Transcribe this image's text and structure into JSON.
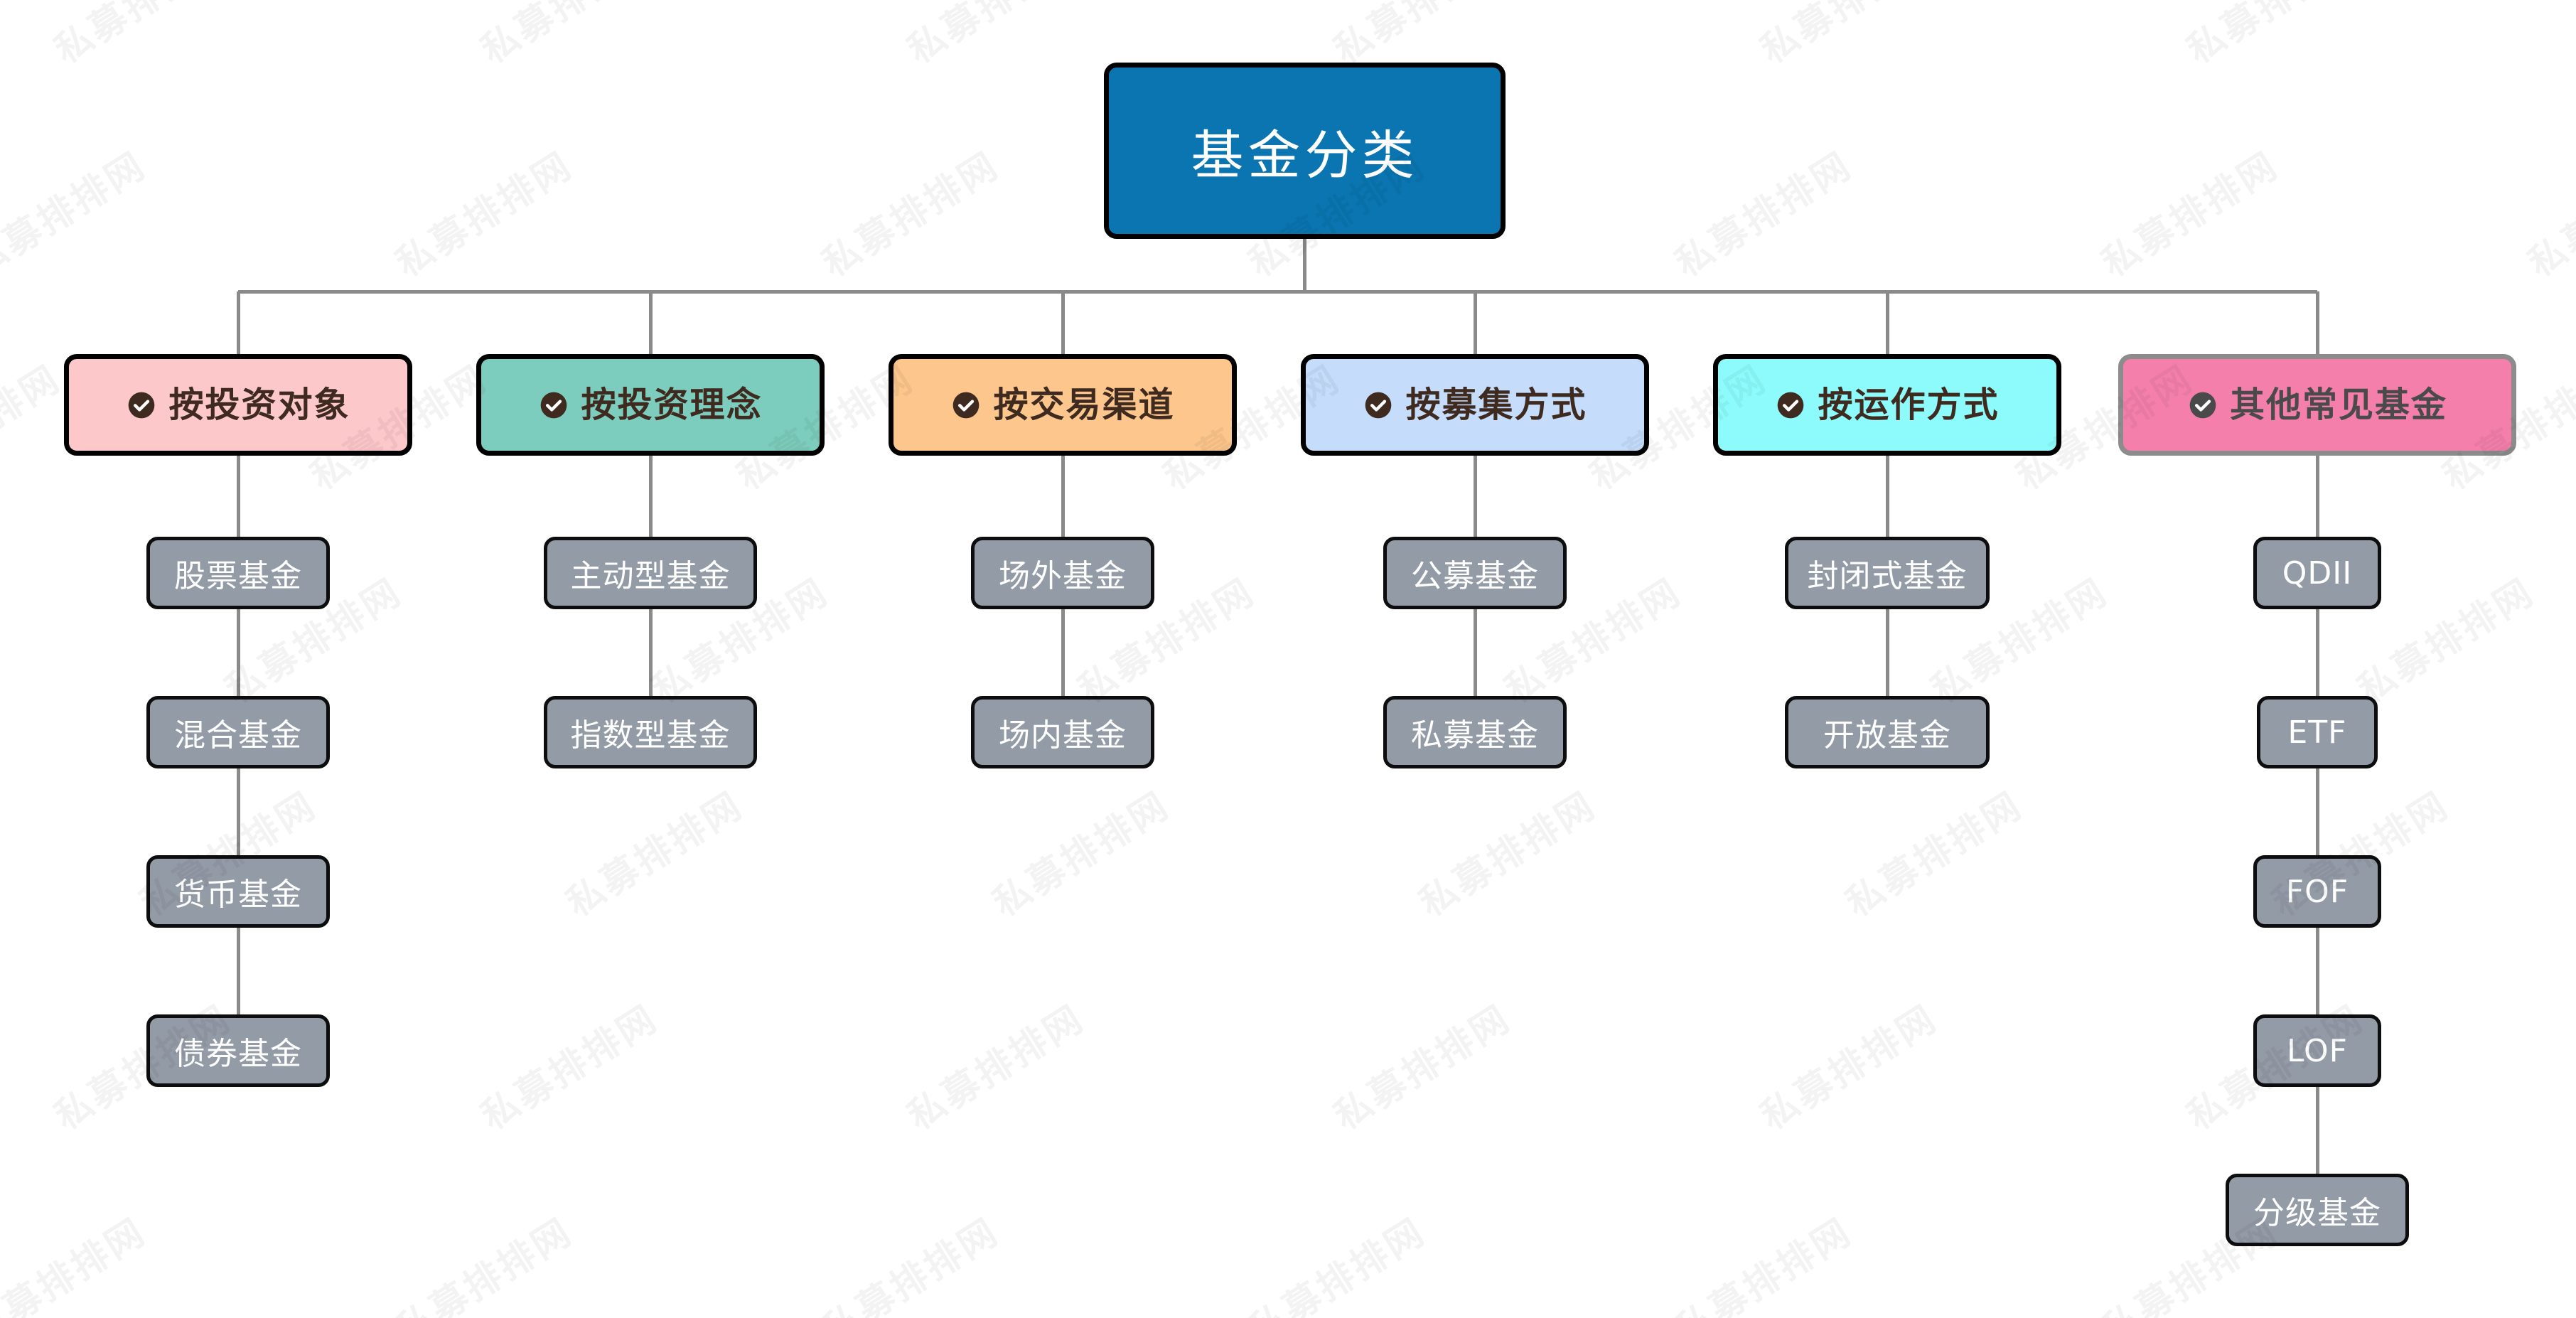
{
  "diagram": {
    "title": "基金分类",
    "watermark_text": "私募排排网",
    "colors": {
      "root_fill": "#0a75b0",
      "root_text": "#ffffff",
      "leaf_fill": "#939ba6",
      "leaf_text": "#ffffff",
      "connector": "#8a8a8a",
      "border_dark": "#000000",
      "border_gray": "#8c8c8c"
    },
    "root": {
      "label": "基金分类"
    },
    "branches": [
      {
        "label": "按投资对象",
        "icon": "check-circle-icon",
        "fill": "#fcc8ca",
        "border": "#000000",
        "text_color": "#3f2a20",
        "children": [
          "股票基金",
          "混合基金",
          "货币基金",
          "债券基金"
        ]
      },
      {
        "label": "按投资理念",
        "icon": "check-circle-icon",
        "fill": "#7ccdbd",
        "border": "#000000",
        "text_color": "#3f2a20",
        "children": [
          "主动型基金",
          "指数型基金"
        ]
      },
      {
        "label": "按交易渠道",
        "icon": "check-circle-icon",
        "fill": "#fcc68c",
        "border": "#000000",
        "text_color": "#3f2a20",
        "children": [
          "场外基金",
          "场内基金"
        ]
      },
      {
        "label": "按募集方式",
        "icon": "check-circle-icon",
        "fill": "#c5ddfb",
        "border": "#000000",
        "text_color": "#3f2a20",
        "children": [
          "公募基金",
          "私募基金"
        ]
      },
      {
        "label": "按运作方式",
        "icon": "check-circle-icon",
        "fill": "#8dfbfb",
        "border": "#000000",
        "text_color": "#3f2a20",
        "children": [
          "封闭式基金",
          "开放基金"
        ]
      },
      {
        "label": "其他常见基金",
        "icon": "check-circle-icon",
        "fill": "#f47fab",
        "border": "#8c8c8c",
        "text_color": "#4a4a4a",
        "children": [
          "QDII",
          "ETF",
          "FOF",
          "LOF",
          "分级基金"
        ]
      }
    ]
  }
}
